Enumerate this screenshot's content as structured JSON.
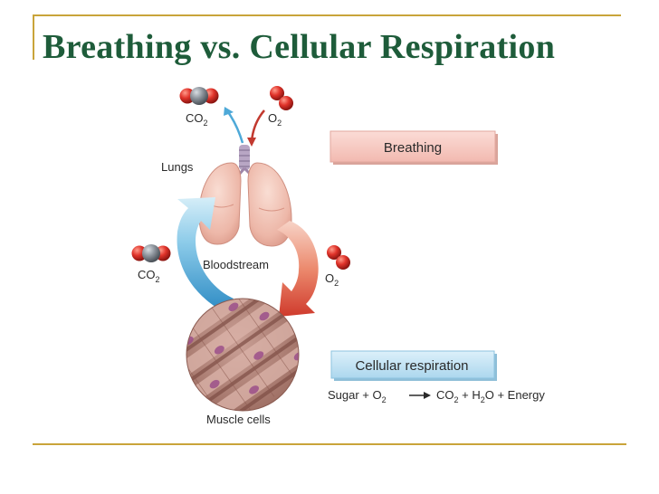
{
  "slide": {
    "title": "Breathing vs. Cellular Respiration"
  },
  "diagram": {
    "labels": {
      "co2_top": "CO",
      "co2_top_sub": "2",
      "o2_top": "O",
      "o2_top_sub": "2",
      "lungs": "Lungs",
      "bloodstream": "Bloodstream",
      "co2_left": "CO",
      "co2_left_sub": "2",
      "o2_right": "O",
      "o2_right_sub": "2",
      "muscle_cells": "Muscle cells"
    },
    "boxes": {
      "breathing": "Breathing",
      "cellular_respiration": "Cellular respiration"
    },
    "equation": {
      "sugar": "Sugar + O",
      "sugar_sub": "2",
      "co2": "CO",
      "co2_sub": "2",
      "plus_h": " + H",
      "h_sub": "2",
      "rest": "O + Energy"
    },
    "colors": {
      "title": "#1e5c3a",
      "rule": "#c9a43a",
      "breathing_box": "#f6c7c0",
      "respiration_box": "#bfe0f2",
      "co2_arrow": "#4ea9d8",
      "o2_arrow": "#d8453a",
      "lung": "#efc0b3",
      "muscle": "#b98275"
    }
  }
}
